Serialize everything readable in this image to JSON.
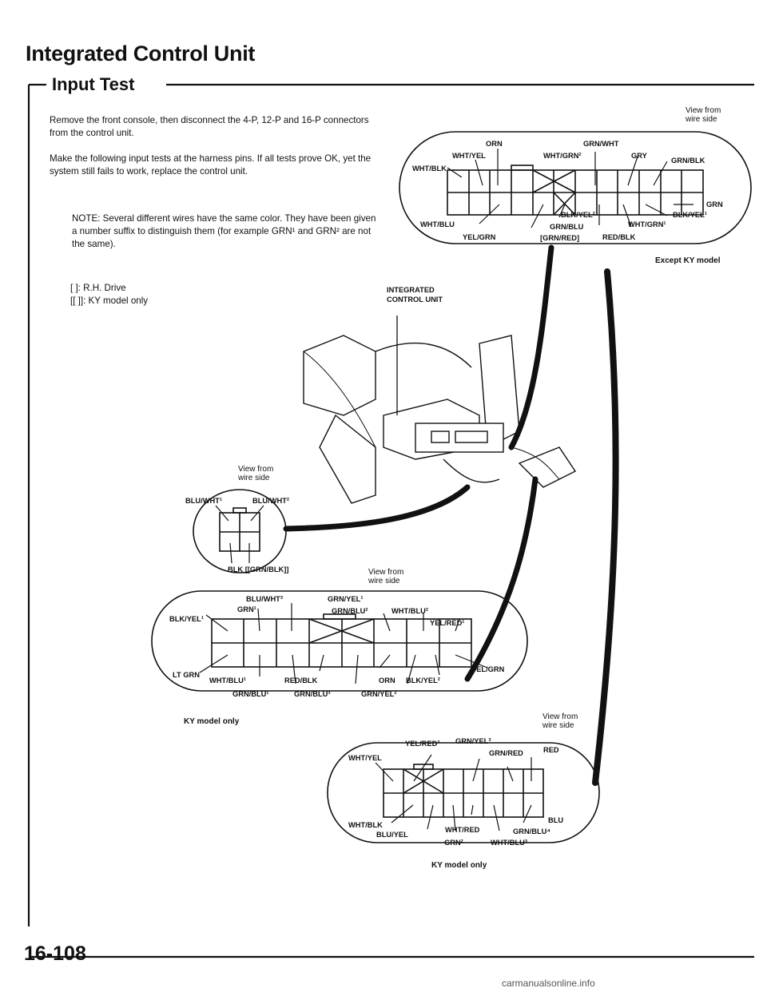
{
  "header": {
    "title": "Integrated Control Unit",
    "subtitle": "Input Test"
  },
  "intro": {
    "p1": "Remove the front console, then disconnect the 4-P, 12-P and 16-P connectors from the control unit.",
    "p2": "Make the following input tests at the harness pins. If all tests prove OK, yet the system still fails to work, replace the control unit.",
    "note": "NOTE: Several different wires have the same color. They have been given a number suffix to distinguish them (for example GRN¹ and GRN² are not the same).",
    "legend1": "[   ]: R.H. Drive",
    "legend2": "[[   ]]: KY model only"
  },
  "diagram": {
    "unit_label_1": "INTEGRATED",
    "unit_label_2": "CONTROL UNIT",
    "connector_12p": {
      "view": [
        "View from",
        "wire side"
      ],
      "labels": {
        "orn": "ORN",
        "grn_wht": "GRN/WHT",
        "wht_yel": "WHT/YEL",
        "wht_grn2": "WHT/GRN²",
        "gry": "GRY",
        "grn_blk": "GRN/BLK",
        "wht_blk": "WHT/BLK",
        "grn": "GRN",
        "blk_yel2": "BLK/YEL²",
        "blk_yel1": "BLK/YEL¹",
        "wht_blu": "WHT/BLU",
        "grn_blu": "GRN/BLU",
        "wht_grn1": "WHT/GRN¹",
        "yel_grn": "YEL/GRN",
        "grn_red_rh": "[GRN/RED]",
        "red_blk": "RED/BLK"
      },
      "caption": "Except KY model"
    },
    "connector_4p": {
      "view": [
        "View from",
        "wire side"
      ],
      "labels": {
        "blu_wht1": "BLU/WHT¹",
        "blu_wht2": "BLU/WHT²",
        "blk": "BLK [[GRN/BLK]]"
      }
    },
    "connector_16p_a": {
      "view": [
        "View from",
        "wire side"
      ],
      "labels": {
        "blu_wht3": "BLU/WHT³",
        "grn_yel1": "GRN/YEL¹",
        "grn1": "GRN¹",
        "grn_blu2": "GRN/BLU²",
        "wht_blu2": "WHT/BLU²",
        "blk_yel1": "BLK/YEL¹",
        "yel_red1": "YEL/RED¹",
        "lt_grn": "LT GRN",
        "wht_blu1": "WHT/BLU¹",
        "red_blk": "RED/BLK",
        "orn": "ORN",
        "blk_yel2": "BLK/YEL²",
        "yel_grn": "YEL/GRN",
        "grn_blu1": "GRN/BLU¹",
        "grn_blu3": "GRN/BLU³",
        "grn_yel2": "GRN/YEL²"
      },
      "caption": "KY model only"
    },
    "connector_16p_b": {
      "view": [
        "View from",
        "wire side"
      ],
      "labels": {
        "yel_red2": "YEL/RED²",
        "grn_yel3": "GRN/YEL³",
        "grn_red": "GRN/RED",
        "red": "RED",
        "wht_yel": "WHT/YEL",
        "wht_blk": "WHT/BLK",
        "blu": "BLU",
        "blu_yel": "BLU/YEL",
        "wht_red": "WHT/RED",
        "grn_blu4": "GRN/BLU⁴",
        "grn2": "GRN²",
        "wht_blu3": "WHT/BLU³"
      },
      "caption": "KY model only"
    }
  },
  "footer": {
    "page_number": "16-108",
    "watermark": "carmanualsonline.info"
  }
}
